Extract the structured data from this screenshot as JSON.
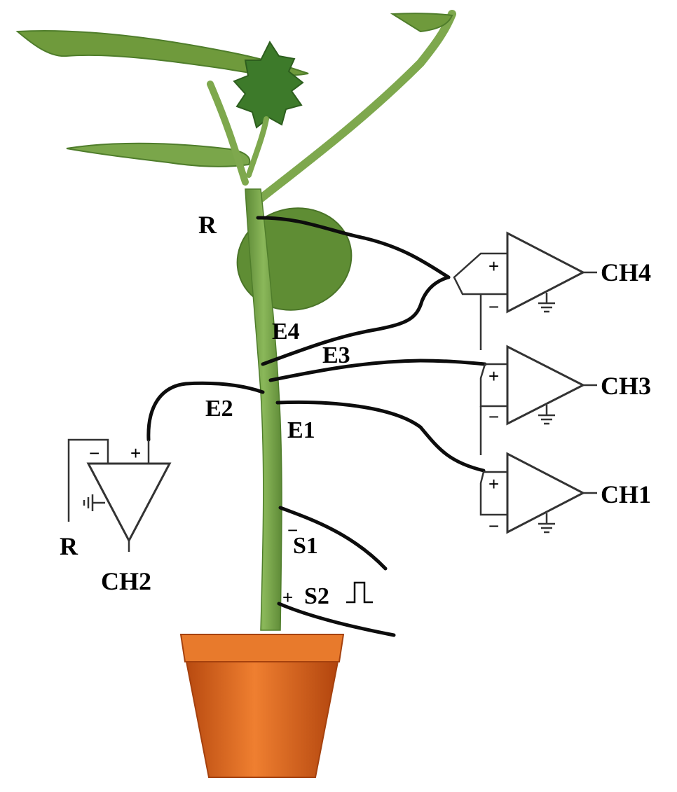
{
  "labels": {
    "reference_top": "R",
    "reference_bottom": "R",
    "e1": "E1",
    "e2": "E2",
    "e3": "E3",
    "e4": "E4",
    "s1": "S1",
    "s2": "S2",
    "ch1": "CH1",
    "ch2": "CH2",
    "ch3": "CH3",
    "ch4": "CH4"
  },
  "signs": {
    "plus": "+",
    "minus": "−"
  },
  "colors": {
    "stem": "#7aa64a",
    "leaf": "#6f9a3c",
    "leaf_dark": "#4f7d2b",
    "pot": "#d8641c",
    "pot_rim": "#e87a2c",
    "wire": "#0d0d0d",
    "amplifier_outline": "#333333"
  },
  "icons": [
    "ground-icon",
    "pulse-icon",
    "amplifier-icon"
  ]
}
